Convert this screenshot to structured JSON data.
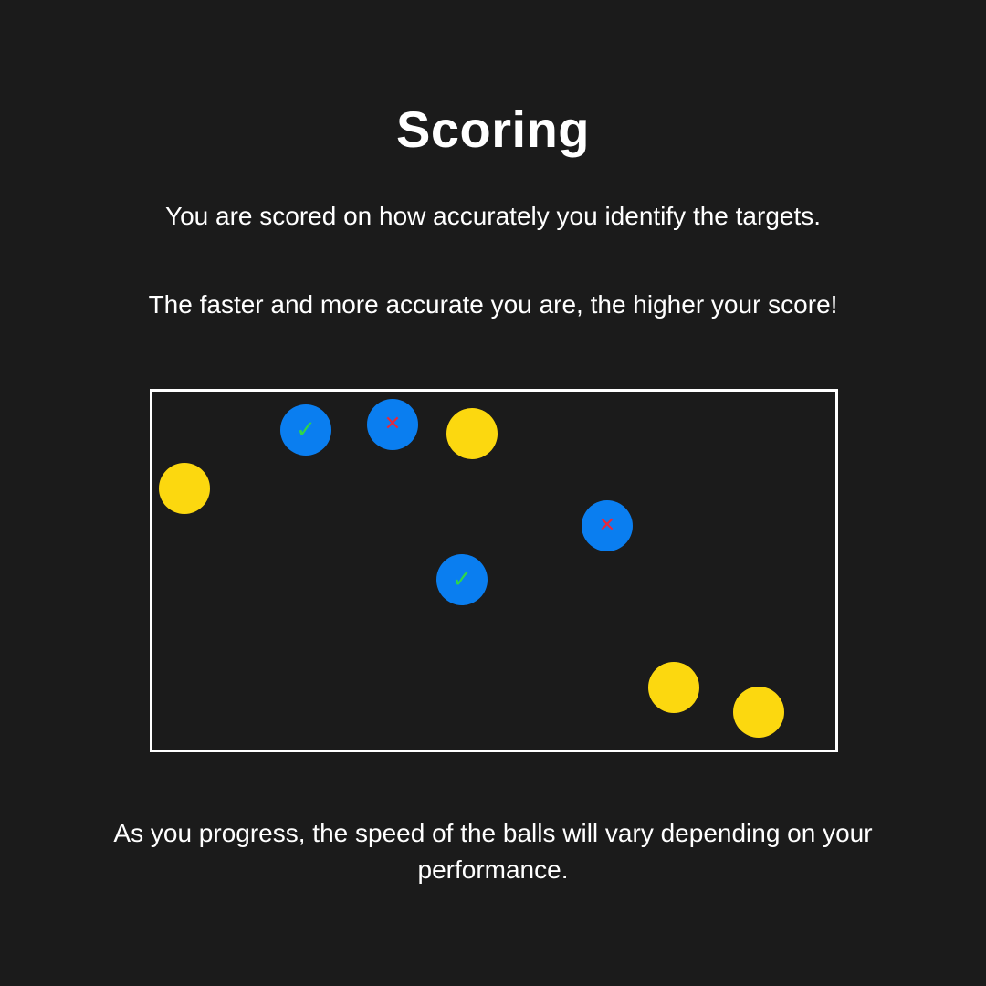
{
  "title": "Scoring",
  "paragraphs": {
    "p1": "You are scored on how accurately you identify the targets.",
    "p2": "The faster and more accurate you are, the higher your score!",
    "p3": "As you progress, the speed of the balls will vary depending on your performance."
  },
  "colors": {
    "background": "#1b1b1b",
    "text": "#ffffff",
    "target_ball": "#0a7ef0",
    "distractor_ball": "#fcd80f",
    "correct_mark": "#2fd64a",
    "wrong_mark": "#e8283c"
  },
  "balls": [
    {
      "name": "target-ball-correct-1",
      "kind": "target",
      "mark": "check-icon"
    },
    {
      "name": "target-ball-wrong-1",
      "kind": "target",
      "mark": "cross-icon"
    },
    {
      "name": "distractor-ball-1",
      "kind": "distractor",
      "mark": null
    },
    {
      "name": "distractor-ball-2",
      "kind": "distractor",
      "mark": null
    },
    {
      "name": "target-ball-wrong-2",
      "kind": "target",
      "mark": "cross-icon"
    },
    {
      "name": "target-ball-correct-2",
      "kind": "target",
      "mark": "check-icon"
    },
    {
      "name": "distractor-ball-3",
      "kind": "distractor",
      "mark": null
    },
    {
      "name": "distractor-ball-4",
      "kind": "distractor",
      "mark": null
    }
  ]
}
